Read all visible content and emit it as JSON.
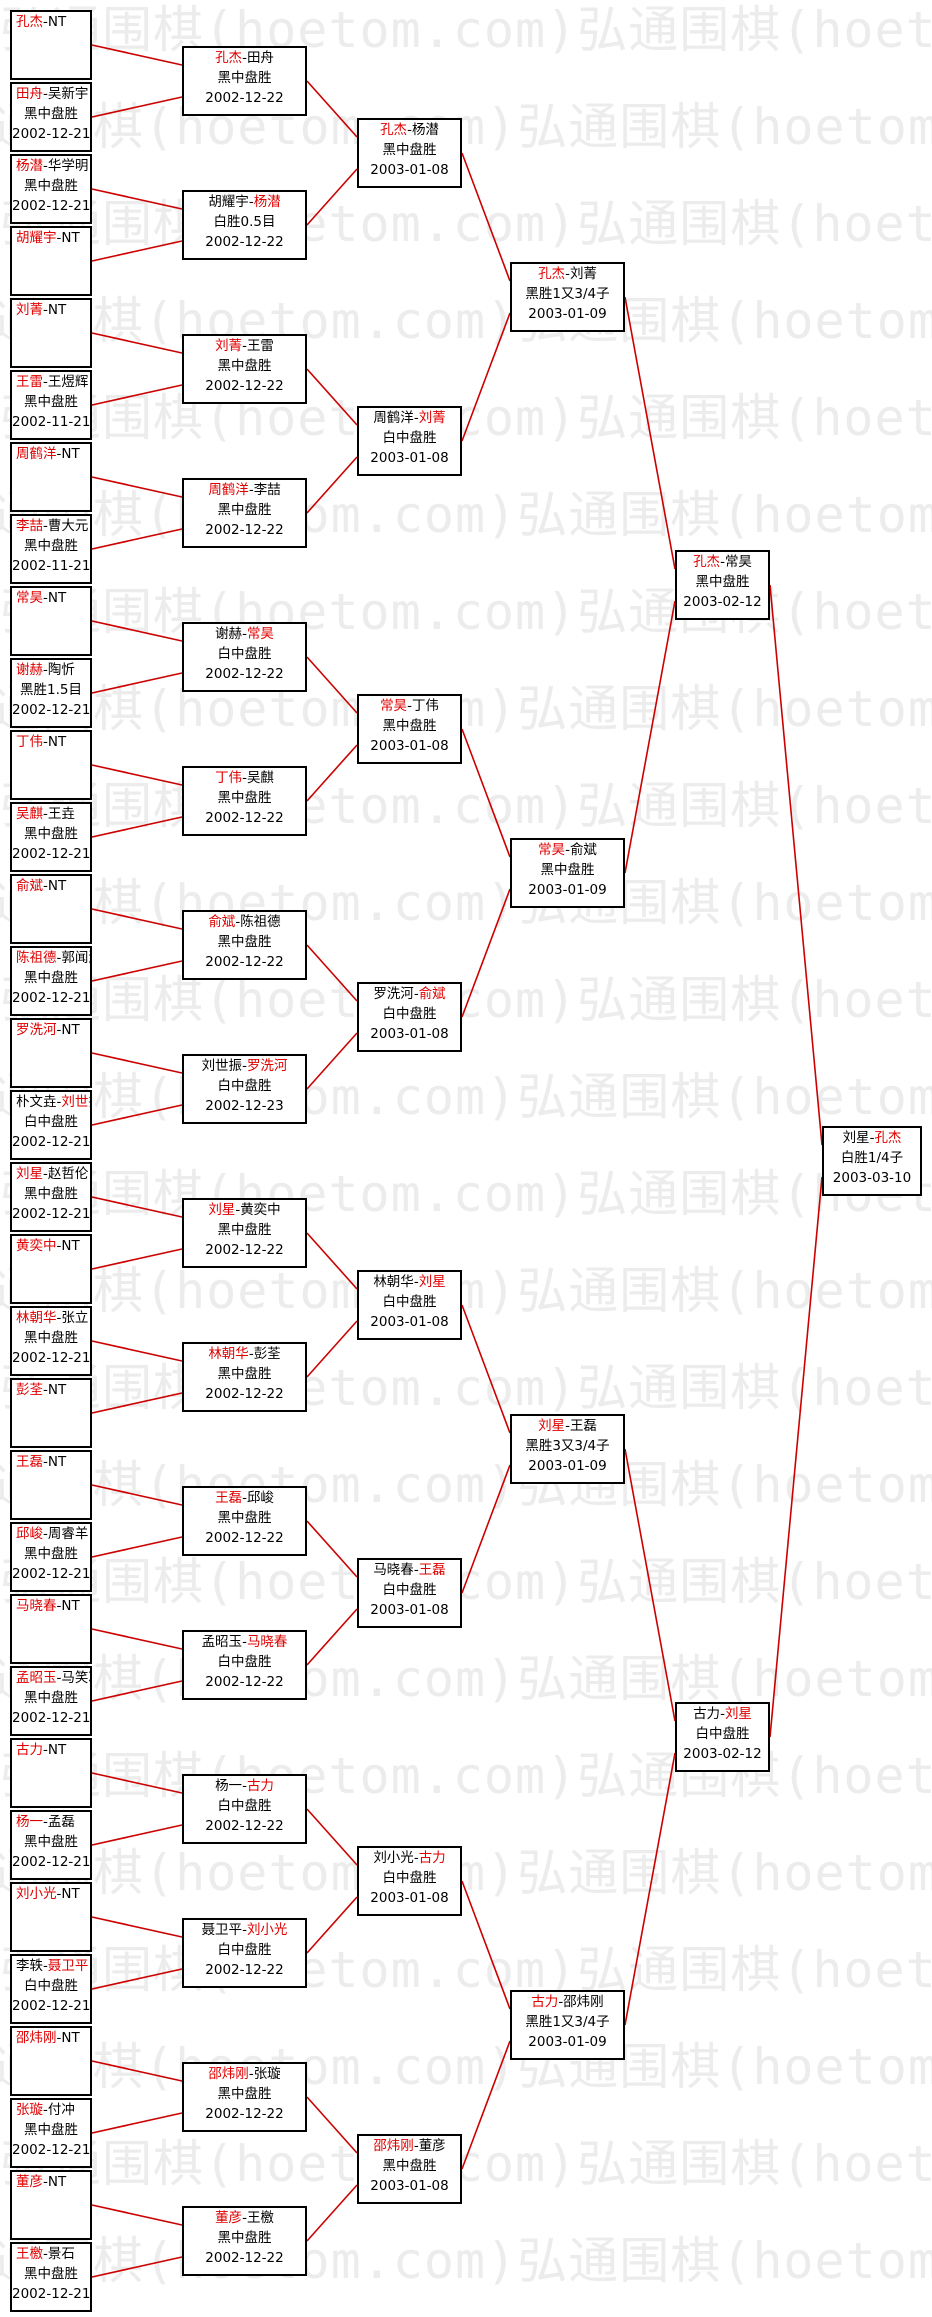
{
  "watermark": "弘通围棋(hoetom.com)",
  "colors": {
    "winner": "#e00000",
    "connector": "#cc0000",
    "border": "#000000"
  },
  "round1": [
    {
      "p1": "孔杰",
      "p2": "NT",
      "winner": 1,
      "result": "",
      "date": ""
    },
    {
      "p1": "田舟",
      "p2": "吴新宇",
      "winner": 1,
      "result": "黑中盘胜",
      "date": "2002-12-21"
    },
    {
      "p1": "杨潜",
      "p2": "华学明",
      "winner": 1,
      "result": "黑中盘胜",
      "date": "2002-12-21"
    },
    {
      "p1": "胡耀宇",
      "p2": "NT",
      "winner": 1,
      "result": "",
      "date": ""
    },
    {
      "p1": "刘菁",
      "p2": "NT",
      "winner": 1,
      "result": "",
      "date": ""
    },
    {
      "p1": "王雷",
      "p2": "王煜辉",
      "winner": 1,
      "result": "黑中盘胜",
      "date": "2002-11-21"
    },
    {
      "p1": "周鹤洋",
      "p2": "NT",
      "winner": 1,
      "result": "",
      "date": ""
    },
    {
      "p1": "李喆",
      "p2": "曹大元",
      "winner": 1,
      "result": "黑中盘胜",
      "date": "2002-11-21"
    },
    {
      "p1": "常昊",
      "p2": "NT",
      "winner": 1,
      "result": "",
      "date": ""
    },
    {
      "p1": "谢赫",
      "p2": "陶忻",
      "winner": 1,
      "result": "黑胜1.5目",
      "date": "2002-12-21"
    },
    {
      "p1": "丁伟",
      "p2": "NT",
      "winner": 1,
      "result": "",
      "date": ""
    },
    {
      "p1": "吴麒",
      "p2": "王垚",
      "winner": 1,
      "result": "黑中盘胜",
      "date": "2002-12-21"
    },
    {
      "p1": "俞斌",
      "p2": "NT",
      "winner": 1,
      "result": "",
      "date": ""
    },
    {
      "p1": "陈祖德",
      "p2": "郭闻潮",
      "winner": 1,
      "result": "黑中盘胜",
      "date": "2002-12-21"
    },
    {
      "p1": "罗洗河",
      "p2": "NT",
      "winner": 1,
      "result": "",
      "date": ""
    },
    {
      "p1": "朴文垚",
      "p2": "刘世振",
      "winner": 2,
      "result": "白中盘胜",
      "date": "2002-12-21"
    },
    {
      "p1": "刘星",
      "p2": "赵哲伦",
      "winner": 1,
      "result": "黑中盘胜",
      "date": "2002-12-21"
    },
    {
      "p1": "黄奕中",
      "p2": "NT",
      "winner": 1,
      "result": "",
      "date": ""
    },
    {
      "p1": "林朝华",
      "p2": "张立",
      "winner": 1,
      "result": "黑中盘胜",
      "date": "2002-12-21"
    },
    {
      "p1": "彭荃",
      "p2": "NT",
      "winner": 1,
      "result": "",
      "date": ""
    },
    {
      "p1": "王磊",
      "p2": "NT",
      "winner": 1,
      "result": "",
      "date": ""
    },
    {
      "p1": "邱峻",
      "p2": "周睿羊",
      "winner": 1,
      "result": "黑中盘胜",
      "date": "2002-12-21"
    },
    {
      "p1": "马晓春",
      "p2": "NT",
      "winner": 1,
      "result": "",
      "date": ""
    },
    {
      "p1": "孟昭玉",
      "p2": "马笑冰",
      "winner": 1,
      "result": "黑中盘胜",
      "date": "2002-12-21"
    },
    {
      "p1": "古力",
      "p2": "NT",
      "winner": 1,
      "result": "",
      "date": ""
    },
    {
      "p1": "杨一",
      "p2": "孟磊",
      "winner": 1,
      "result": "黑中盘胜",
      "date": "2002-12-21"
    },
    {
      "p1": "刘小光",
      "p2": "NT",
      "winner": 1,
      "result": "",
      "date": ""
    },
    {
      "p1": "李轶",
      "p2": "聂卫平",
      "winner": 2,
      "result": "白中盘胜",
      "date": "2002-12-21"
    },
    {
      "p1": "邵炜刚",
      "p2": "NT",
      "winner": 1,
      "result": "",
      "date": ""
    },
    {
      "p1": "张璇",
      "p2": "付冲",
      "winner": 1,
      "result": "黑中盘胜",
      "date": "2002-12-21"
    },
    {
      "p1": "董彦",
      "p2": "NT",
      "winner": 1,
      "result": "",
      "date": ""
    },
    {
      "p1": "王檄",
      "p2": "景石",
      "winner": 1,
      "result": "黑中盘胜",
      "date": "2002-12-21"
    }
  ],
  "round2": [
    {
      "p1": "孔杰",
      "p2": "田舟",
      "winner": 1,
      "result": "黑中盘胜",
      "date": "2002-12-22"
    },
    {
      "p1": "胡耀宇",
      "p2": "杨潜",
      "winner": 2,
      "result": "白胜0.5目",
      "date": "2002-12-22"
    },
    {
      "p1": "刘菁",
      "p2": "王雷",
      "winner": 1,
      "result": "黑中盘胜",
      "date": "2002-12-22"
    },
    {
      "p1": "周鹤洋",
      "p2": "李喆",
      "winner": 1,
      "result": "黑中盘胜",
      "date": "2002-12-22"
    },
    {
      "p1": "谢赫",
      "p2": "常昊",
      "winner": 2,
      "result": "白中盘胜",
      "date": "2002-12-22"
    },
    {
      "p1": "丁伟",
      "p2": "吴麒",
      "winner": 1,
      "result": "黑中盘胜",
      "date": "2002-12-22"
    },
    {
      "p1": "俞斌",
      "p2": "陈祖德",
      "winner": 1,
      "result": "黑中盘胜",
      "date": "2002-12-22"
    },
    {
      "p1": "刘世振",
      "p2": "罗洗河",
      "winner": 2,
      "result": "白中盘胜",
      "date": "2002-12-23"
    },
    {
      "p1": "刘星",
      "p2": "黄奕中",
      "winner": 1,
      "result": "黑中盘胜",
      "date": "2002-12-22"
    },
    {
      "p1": "林朝华",
      "p2": "彭荃",
      "winner": 1,
      "result": "黑中盘胜",
      "date": "2002-12-22"
    },
    {
      "p1": "王磊",
      "p2": "邱峻",
      "winner": 1,
      "result": "黑中盘胜",
      "date": "2002-12-22"
    },
    {
      "p1": "孟昭玉",
      "p2": "马晓春",
      "winner": 2,
      "result": "白中盘胜",
      "date": "2002-12-22"
    },
    {
      "p1": "杨一",
      "p2": "古力",
      "winner": 2,
      "result": "白中盘胜",
      "date": "2002-12-22"
    },
    {
      "p1": "聂卫平",
      "p2": "刘小光",
      "winner": 2,
      "result": "白中盘胜",
      "date": "2002-12-22"
    },
    {
      "p1": "邵炜刚",
      "p2": "张璇",
      "winner": 1,
      "result": "黑中盘胜",
      "date": "2002-12-22"
    },
    {
      "p1": "董彦",
      "p2": "王檄",
      "winner": 1,
      "result": "黑中盘胜",
      "date": "2002-12-22"
    }
  ],
  "round3": [
    {
      "p1": "孔杰",
      "p2": "杨潜",
      "winner": 1,
      "result": "黑中盘胜",
      "date": "2003-01-08"
    },
    {
      "p1": "周鹤洋",
      "p2": "刘菁",
      "winner": 2,
      "result": "白中盘胜",
      "date": "2003-01-08"
    },
    {
      "p1": "常昊",
      "p2": "丁伟",
      "winner": 1,
      "result": "黑中盘胜",
      "date": "2003-01-08"
    },
    {
      "p1": "罗洗河",
      "p2": "俞斌",
      "winner": 2,
      "result": "白中盘胜",
      "date": "2003-01-08"
    },
    {
      "p1": "林朝华",
      "p2": "刘星",
      "winner": 2,
      "result": "白中盘胜",
      "date": "2003-01-08"
    },
    {
      "p1": "马晓春",
      "p2": "王磊",
      "winner": 2,
      "result": "白中盘胜",
      "date": "2003-01-08"
    },
    {
      "p1": "刘小光",
      "p2": "古力",
      "winner": 2,
      "result": "白中盘胜",
      "date": "2003-01-08"
    },
    {
      "p1": "邵炜刚",
      "p2": "董彦",
      "winner": 1,
      "result": "黑中盘胜",
      "date": "2003-01-08"
    }
  ],
  "round4": [
    {
      "p1": "孔杰",
      "p2": "刘菁",
      "winner": 1,
      "result": "黑胜1又3/4子",
      "date": "2003-01-09"
    },
    {
      "p1": "常昊",
      "p2": "俞斌",
      "winner": 1,
      "result": "黑中盘胜",
      "date": "2003-01-09"
    },
    {
      "p1": "刘星",
      "p2": "王磊",
      "winner": 1,
      "result": "黑胜3又3/4子",
      "date": "2003-01-09"
    },
    {
      "p1": "古力",
      "p2": "邵炜刚",
      "winner": 1,
      "result": "黑胜1又3/4子",
      "date": "2003-01-09"
    }
  ],
  "round5": [
    {
      "p1": "孔杰",
      "p2": "常昊",
      "winner": 1,
      "result": "黑中盘胜",
      "date": "2003-02-12"
    },
    {
      "p1": "古力",
      "p2": "刘星",
      "winner": 2,
      "result": "白中盘胜",
      "date": "2003-02-12"
    }
  ],
  "final": [
    {
      "p1": "刘星",
      "p2": "孔杰",
      "winner": 2,
      "result": "白胜1/4子",
      "date": "2003-03-10"
    }
  ]
}
